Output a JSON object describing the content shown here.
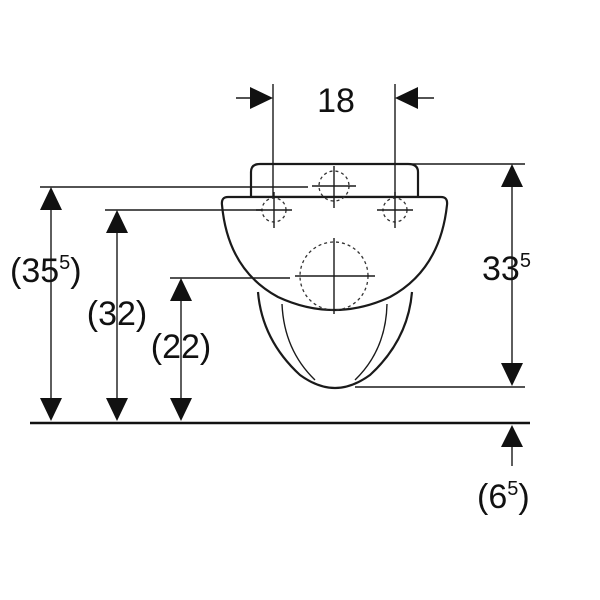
{
  "dimensions": {
    "spacing": {
      "main": "18",
      "sup": ""
    },
    "height_right": {
      "main": "33",
      "sup": "5"
    },
    "height_35": {
      "open": "(",
      "main": "35",
      "sup": "5",
      "close": ")"
    },
    "height_32": {
      "main": "(32)"
    },
    "height_22": {
      "main": "(22)"
    },
    "offset_6": {
      "open": "(",
      "main": "6",
      "sup": "5",
      "close": ")"
    }
  },
  "colors": {
    "line": "#1a1a1a"
  }
}
